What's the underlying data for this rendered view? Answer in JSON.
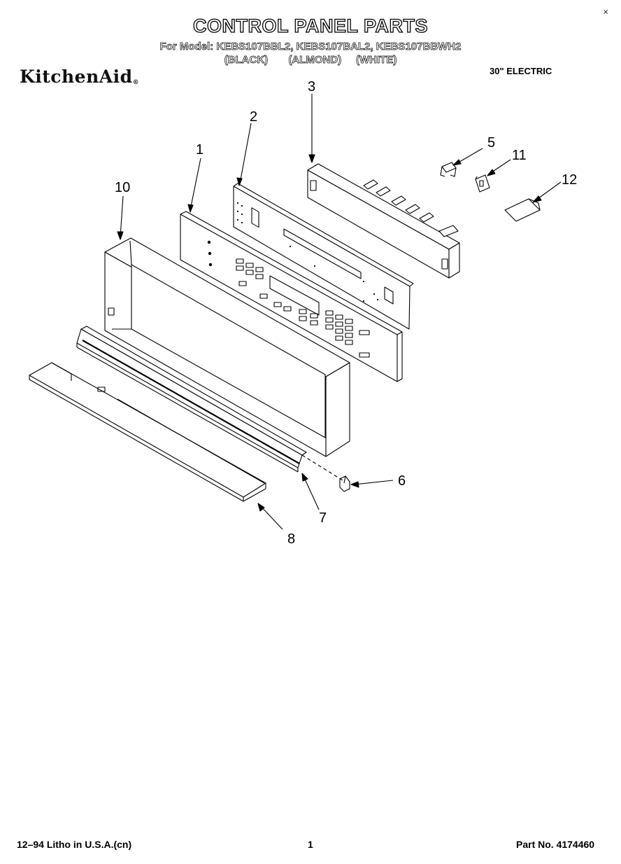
{
  "header": {
    "title": "CONTROL PANEL PARTS",
    "model_line": "For Model: KEBS107BBL2, KEBS107BAL2, KEBS107BBWH2",
    "color_line": "(BLACK)       (ALMOND)     (WHITE)",
    "brand": "KitchenAid",
    "brand_mark": "®",
    "spec": "30\" ELECTRIC"
  },
  "corner_mark": "×",
  "callouts": [
    {
      "id": "1",
      "label": "1"
    },
    {
      "id": "2",
      "label": "2"
    },
    {
      "id": "3",
      "label": "3"
    },
    {
      "id": "5",
      "label": "5"
    },
    {
      "id": "6",
      "label": "6"
    },
    {
      "id": "7",
      "label": "7"
    },
    {
      "id": "8",
      "label": "8"
    },
    {
      "id": "10",
      "label": "10"
    },
    {
      "id": "11",
      "label": "11"
    },
    {
      "id": "12",
      "label": "12"
    }
  ],
  "footer": {
    "left": "12–94 Litho in U.S.A.(cn)",
    "center": "1",
    "right": "Part No. 4174460"
  }
}
